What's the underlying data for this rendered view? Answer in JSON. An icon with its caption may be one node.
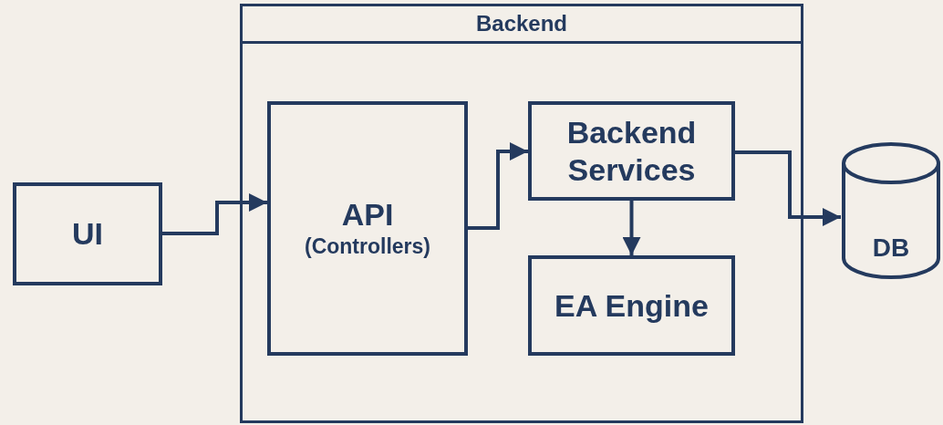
{
  "diagram": {
    "nodes": [
      {
        "text": [
          "UI"
        ]
      },
      {
        "text": [
          "Backend"
        ]
      },
      {
        "text": [
          "API",
          "(Controllers)"
        ],
        "in": 1
      },
      {
        "text": [
          "Backend Services"
        ],
        "in": 1
      },
      {
        "text": [
          "EA Engine"
        ],
        "in": 1
      },
      {
        "text": [
          "DB"
        ]
      }
    ],
    "edges": [
      {
        "from": 0,
        "to": 2,
        "arrow": "to"
      },
      {
        "from": 2,
        "to": 3,
        "arrow": "to"
      },
      {
        "from": 3,
        "to": 4,
        "arrow": "to"
      },
      {
        "from": 3,
        "to": 5,
        "arrow": "to"
      }
    ]
  }
}
